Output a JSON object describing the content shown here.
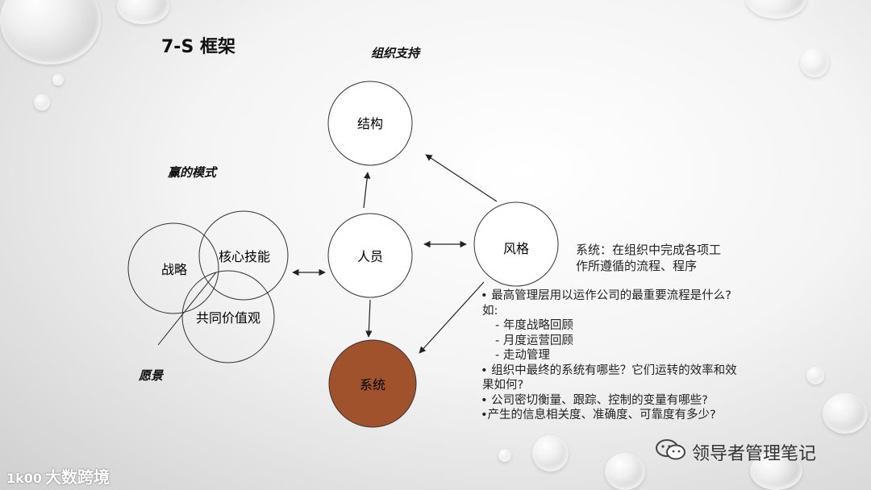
{
  "title": "7-S 框架",
  "labels": {
    "org_support": "组织支持",
    "winning_mode": "赢的模式",
    "vision": "愿景"
  },
  "circles": {
    "structure": "结构",
    "people": "人员",
    "style": "风格",
    "systems": "系统",
    "strategy": "战略",
    "core_skills": "核心技能",
    "shared_values": "共同价值观"
  },
  "description": {
    "line1": "系统：在组织中完成各项工",
    "line2": "作所遵循的流程、程序"
  },
  "bullets": [
    "• 最高管理层用以运作公司的最重要流程是什么?",
    "如:",
    "- 年度战略回顾",
    "- 月度运营回顾",
    "- 走动管理",
    "• 组织中最终的系统有哪些？它们运转的效率和效",
    "果如何?",
    "• 公司密切衡量、跟踪、控制的变量有哪些?",
    "•产生的信息相关度、准确度、可靠度有多少?"
  ],
  "watermarks": {
    "left": "大数跨境",
    "left_logo": "1k00",
    "right": "领导者管理笔记"
  },
  "colors": {
    "systems_fill": "#a0522d"
  }
}
